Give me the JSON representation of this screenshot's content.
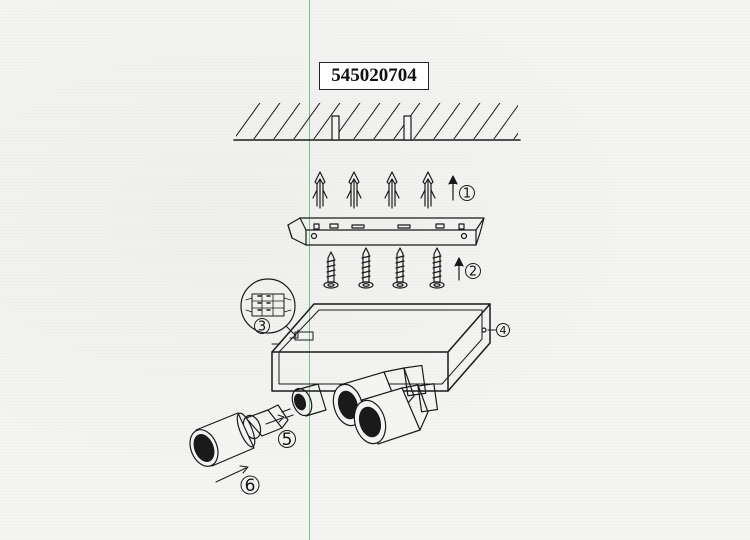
{
  "model_number": "545020704",
  "steps": [
    {
      "number": "1"
    },
    {
      "number": "2"
    },
    {
      "number": "3"
    },
    {
      "number": "4"
    },
    {
      "number": "5"
    },
    {
      "number": "6"
    }
  ],
  "colors": {
    "line": "#1a1a1a",
    "guide_line": "#7fbf7f",
    "paper": "#f4f4f2"
  }
}
